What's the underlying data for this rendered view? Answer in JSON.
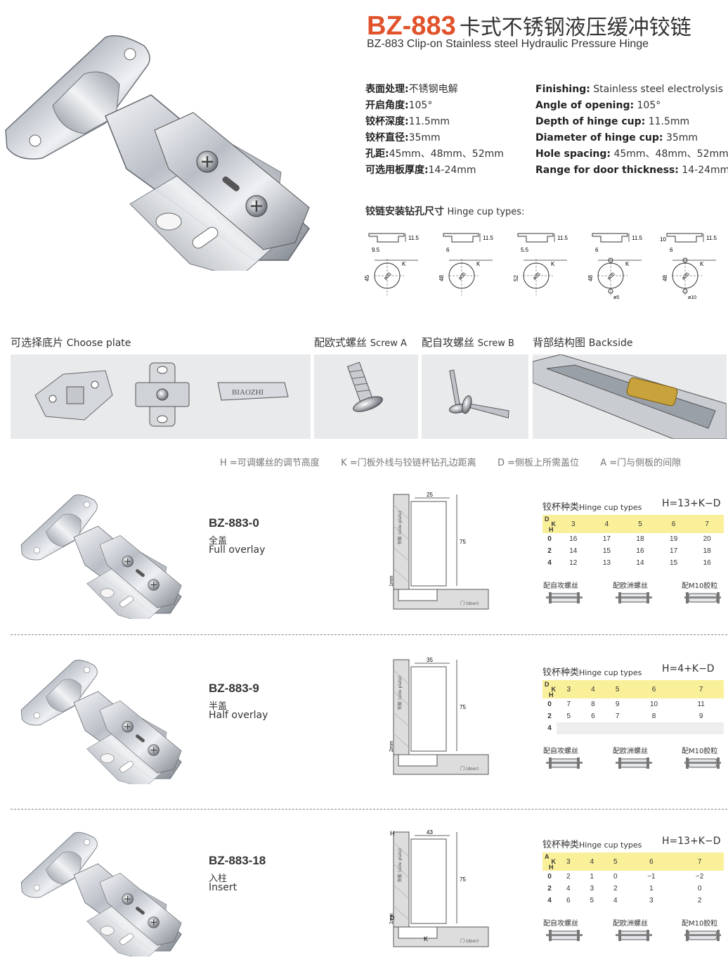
{
  "header": {
    "code": "BZ-883",
    "title_cn": "卡式不锈钢液压缓冲铰链",
    "title_en": "BZ-883 Clip-on Stainless steel Hydraulic Pressure Hinge"
  },
  "specs_cn": [
    {
      "label": "表面处理:",
      "value": "不锈钢电解"
    },
    {
      "label": "开启角度:",
      "value": "105°"
    },
    {
      "label": "铰杯深度:",
      "value": "11.5mm"
    },
    {
      "label": "铰杯直径:",
      "value": "35mm"
    },
    {
      "label": "孔距:",
      "value": "45mm、48mm、52mm"
    },
    {
      "label": "可选用板厚度:",
      "value": "14-24mm"
    }
  ],
  "specs_en": [
    {
      "label": "Finishing:",
      "value": "Stainless steel electrolysis"
    },
    {
      "label": "Angle of opening:",
      "value": "105°"
    },
    {
      "label": "Depth of hinge cup:",
      "value": "11.5mm"
    },
    {
      "label": "Diameter of hinge cup:",
      "value": "35mm"
    },
    {
      "label": "Hole spacing:",
      "value": "45mm、48mm、52mm"
    },
    {
      "label": "Range for door thickness:",
      "value": "14-24mm"
    }
  ],
  "cup_types": {
    "label_cn": "铰链安装钻孔尺寸",
    "label_en": "Hinge cup types:",
    "diagrams": [
      {
        "depth": "11.5",
        "offset": "9.5",
        "spacing": "45",
        "dia": "ø35",
        "k": "K",
        "extra": ""
      },
      {
        "depth": "11.5",
        "offset": "6",
        "spacing": "48",
        "dia": "ø35",
        "k": "K",
        "extra": ""
      },
      {
        "depth": "11.5",
        "offset": "5.5",
        "spacing": "52",
        "dia": "ø35",
        "k": "K",
        "extra": ""
      },
      {
        "depth": "11.5",
        "offset": "6",
        "spacing": "48",
        "dia": "ø35",
        "k": "K",
        "extra": "ø5"
      },
      {
        "depth": "11.5",
        "offset": "6",
        "spacing": "48",
        "dia": "ø35",
        "k": "K",
        "extra": "ø10",
        "top": "10"
      }
    ]
  },
  "accessories": {
    "plate": {
      "cn": "可选择底片",
      "en": "Choose plate",
      "brand": "BIAOZHI"
    },
    "screw_a": {
      "cn": "配欧式螺丝",
      "en": "Screw A"
    },
    "screw_b": {
      "cn": "配自攻螺丝",
      "en": "Screw B"
    },
    "backside": {
      "cn": "背部结构图",
      "en": "Backside"
    }
  },
  "legend": [
    "H =可调螺丝的调节高度",
    "K =门板外线与铰链杯钻孔边距离",
    "D =侧板上所需盖位",
    "A =门与侧板的间隙"
  ],
  "models": [
    {
      "code": "BZ-883-0",
      "cn": "全盖",
      "en": "Full overlay",
      "dims": {
        "top": "25",
        "height": "75",
        "side": "1mm",
        "panel": "侧板\n(side plate)",
        "door": "门\n(door)"
      },
      "table": {
        "title_cn": "铰杯种类",
        "title_en": "Hinge cup types",
        "formula": "H=13+K−D",
        "corner_top": "D",
        "corner_k": "K",
        "corner_bottom": "H",
        "k": [
          "3",
          "4",
          "5",
          "6",
          "7"
        ],
        "rows": [
          {
            "h": "0",
            "v": [
              "16",
              "17",
              "18",
              "19",
              "20"
            ]
          },
          {
            "h": "2",
            "v": [
              "14",
              "15",
              "16",
              "17",
              "18"
            ]
          },
          {
            "h": "4",
            "v": [
              "12",
              "13",
              "14",
              "15",
              "16"
            ]
          }
        ]
      },
      "screws": [
        "配自攻螺丝",
        "配欧洲螺丝",
        "配M10胶粒"
      ]
    },
    {
      "code": "BZ-883-9",
      "cn": "半盖",
      "en": "Half overlay",
      "dims": {
        "top": "35",
        "height": "75",
        "side": "2mm",
        "panel": "侧板\n(side plate)",
        "door": "门\n(door)"
      },
      "table": {
        "title_cn": "铰杯种类",
        "title_en": "Hinge cup types",
        "formula": "H=4+K−D",
        "corner_top": "D",
        "corner_k": "K",
        "corner_bottom": "H",
        "k": [
          "3",
          "4",
          "5",
          "6",
          "7"
        ],
        "rows": [
          {
            "h": "0",
            "v": [
              "7",
              "8",
              "9",
              "10",
              "11"
            ]
          },
          {
            "h": "2",
            "v": [
              "5",
              "6",
              "7",
              "8",
              "9"
            ]
          },
          {
            "h": "4",
            "v": [
              "",
              "",
              "",
              "",
              ""
            ]
          }
        ]
      },
      "screws": [
        "配自攻螺丝",
        "配欧洲螺丝",
        "配M10胶粒"
      ]
    },
    {
      "code": "BZ-883-18",
      "cn": "入柱",
      "en": "Insert",
      "dims": {
        "top": "43",
        "height": "75",
        "side": "1mm",
        "h": "H",
        "d": "D",
        "k": "K",
        "panel": "侧板\n(side plate)",
        "door": "门\n(door)"
      },
      "table": {
        "title_cn": "铰杯种类",
        "title_en": "Hinge cup types",
        "formula": "H=13+K−D",
        "corner_top": "A",
        "corner_k": "K",
        "corner_bottom": "H",
        "k": [
          "3",
          "4",
          "5",
          "6",
          "7"
        ],
        "rows": [
          {
            "h": "0",
            "v": [
              "2",
              "1",
              "0",
              "−1",
              "−2"
            ]
          },
          {
            "h": "2",
            "v": [
              "4",
              "3",
              "2",
              "1",
              "0"
            ]
          },
          {
            "h": "4",
            "v": [
              "6",
              "5",
              "4",
              "3",
              "2"
            ]
          }
        ]
      },
      "screws": [
        "配自攻螺丝",
        "配欧洲螺丝",
        "配M10胶粒"
      ]
    }
  ]
}
